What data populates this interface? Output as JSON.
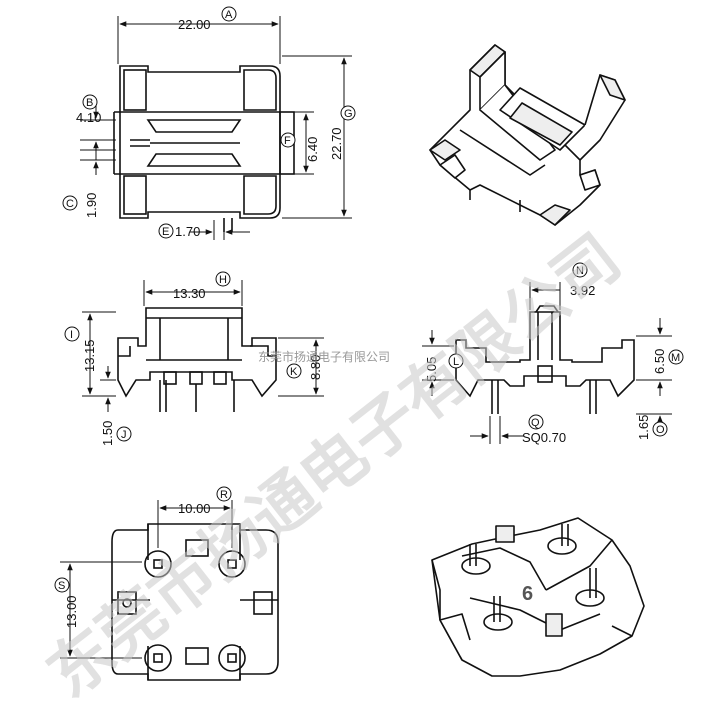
{
  "theme": {
    "ink": "#111111",
    "fill": "#ffffff",
    "shade": "#d9d9d9",
    "watermark": "#c8c8c8"
  },
  "top_view": {
    "width_dim": {
      "value": "22.00",
      "tag": "A"
    },
    "dim_b": {
      "value": "4.10",
      "tag": "B"
    },
    "dim_c": {
      "value": "1.90",
      "tag": "C"
    },
    "dim_e": {
      "value": "1.70",
      "tag": "E"
    },
    "dim_f": {
      "value": "6.40",
      "tag": "F"
    },
    "height_dim": {
      "value": "22.70",
      "tag": "G"
    }
  },
  "front_view": {
    "width_dim": {
      "value": "13.30",
      "tag": "H"
    },
    "height_dim": {
      "value": "13.15",
      "tag": "I"
    },
    "dim_j": {
      "value": "1.50",
      "tag": "J"
    },
    "dim_k": {
      "value": "8.80",
      "tag": "K"
    }
  },
  "side_view": {
    "dim_l": {
      "value": "5.05",
      "tag": "L"
    },
    "dim_m": {
      "value": "6.50",
      "tag": "M"
    },
    "dim_n": {
      "value": "3.92",
      "tag": "N"
    },
    "dim_o": {
      "value": "1.65",
      "tag": "O"
    },
    "dim_q": {
      "value": "SQ0.70",
      "tag": "Q"
    }
  },
  "bottom_view": {
    "dim_r": {
      "value": "10.00",
      "tag": "R"
    },
    "dim_s": {
      "value": "13.00",
      "tag": "S"
    }
  },
  "iso_bottom": {
    "pin_label": "6"
  },
  "watermark": {
    "large": "东莞市扬通电子有限公司",
    "small": "东莞市扬通电子有限公司"
  }
}
